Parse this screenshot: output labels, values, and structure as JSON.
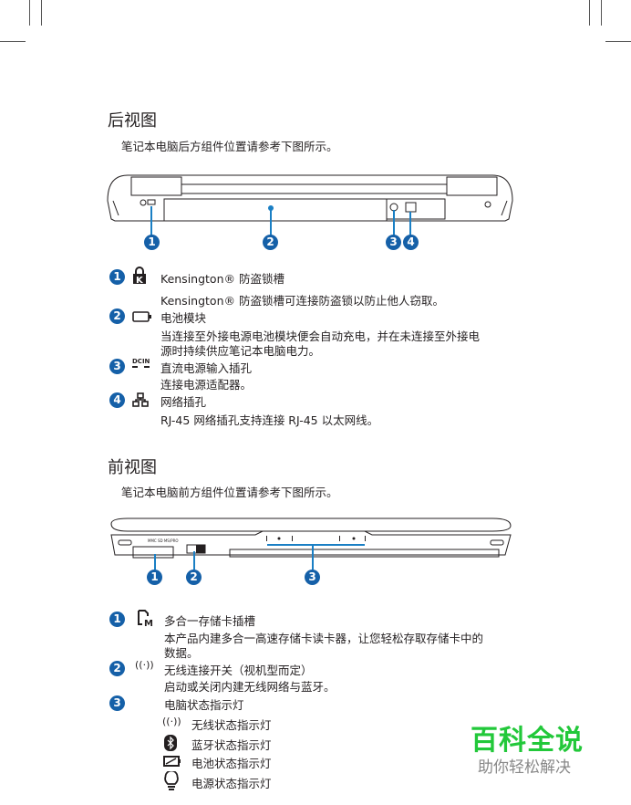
{
  "rear": {
    "title": "后视图",
    "intro": "笔记本电脑后方组件位置请参考下图所示。",
    "callouts": [
      "1",
      "2",
      "3",
      "4"
    ],
    "items": [
      {
        "num": "1",
        "icon": "kensington-lock-icon",
        "title": "Kensington® 防盗锁槽",
        "desc": [
          "Kensington® 防盗锁槽可连接防盗锁以防止他人窃取。"
        ]
      },
      {
        "num": "2",
        "icon": "battery-icon",
        "title": "电池模块",
        "desc": [
          "当连接至外接电源电池模块便会自动充电，并在未连接至外接电",
          "源时持续供应笔记本电脑电力。"
        ]
      },
      {
        "num": "3",
        "icon": "dcin-icon",
        "icon_text": "DCIN",
        "title": "直流电源输入插孔",
        "desc": [
          "连接电源适配器。"
        ]
      },
      {
        "num": "4",
        "icon": "network-icon",
        "title": "网络插孔",
        "desc": [
          "RJ-45 网络插孔支持连接 RJ-45 以太网线。"
        ]
      }
    ]
  },
  "front": {
    "title": "前视图",
    "intro": "笔记本电脑前方组件位置请参考下图所示。",
    "callouts": [
      "1",
      "2",
      "3"
    ],
    "items": [
      {
        "num": "1",
        "icon": "memory-card-icon",
        "title": "多合一存储卡插槽",
        "desc": [
          "本产品内建多合一高速存储卡读卡器，让您轻松存取存储卡中的",
          "数据。"
        ]
      },
      {
        "num": "2",
        "icon": "wireless-icon",
        "title": "无线连接开关（视机型而定）",
        "desc": [
          "启动或关闭内建无线网络与蓝牙。"
        ]
      },
      {
        "num": "3",
        "icon": "",
        "title": "电脑状态指示灯",
        "desc": []
      }
    ],
    "indicators": [
      {
        "icon": "wireless-icon",
        "label": "无线状态指示灯"
      },
      {
        "icon": "bluetooth-icon",
        "label": "蓝牙状态指示灯"
      },
      {
        "icon": "battery-charge-icon",
        "label": "电池状态指示灯"
      },
      {
        "icon": "power-bulb-icon",
        "label": "电源状态指示灯"
      }
    ]
  },
  "watermark": {
    "title": "百科全说",
    "subtitle": "助你轻松解决",
    "color": "#22c83a"
  },
  "colors": {
    "badge": "#1560a8",
    "callout_line": "#1a7fc4"
  }
}
